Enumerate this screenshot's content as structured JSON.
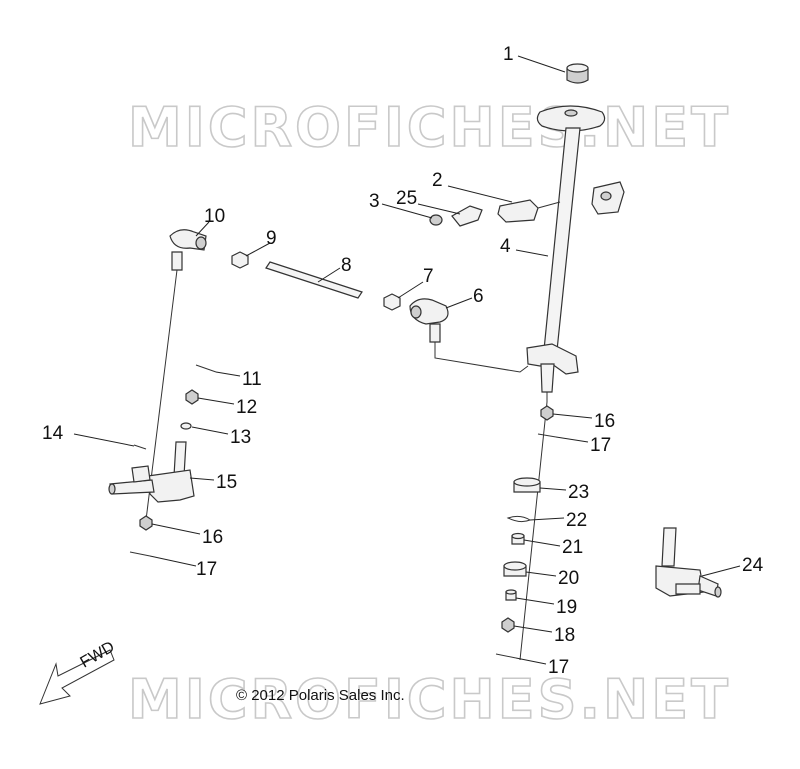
{
  "watermark": {
    "top": "MICROFICHES.NET",
    "bottom": "MICROFICHES.NET"
  },
  "copyright": "© 2012 Polaris Sales Inc.",
  "direction_label": "FWD",
  "callouts": {
    "c1": "1",
    "c2": "2",
    "c3": "3",
    "c4": "4",
    "c6": "6",
    "c7": "7",
    "c8": "8",
    "c9": "9",
    "c10": "10",
    "c11": "11",
    "c12": "12",
    "c13": "13",
    "c14": "14",
    "c15": "15",
    "c16a": "16",
    "c16b": "16",
    "c17a": "17",
    "c17b": "17",
    "c17c": "17",
    "c18": "18",
    "c19": "19",
    "c20": "20",
    "c21": "21",
    "c22": "22",
    "c23": "23",
    "c24": "24",
    "c25": "25"
  }
}
